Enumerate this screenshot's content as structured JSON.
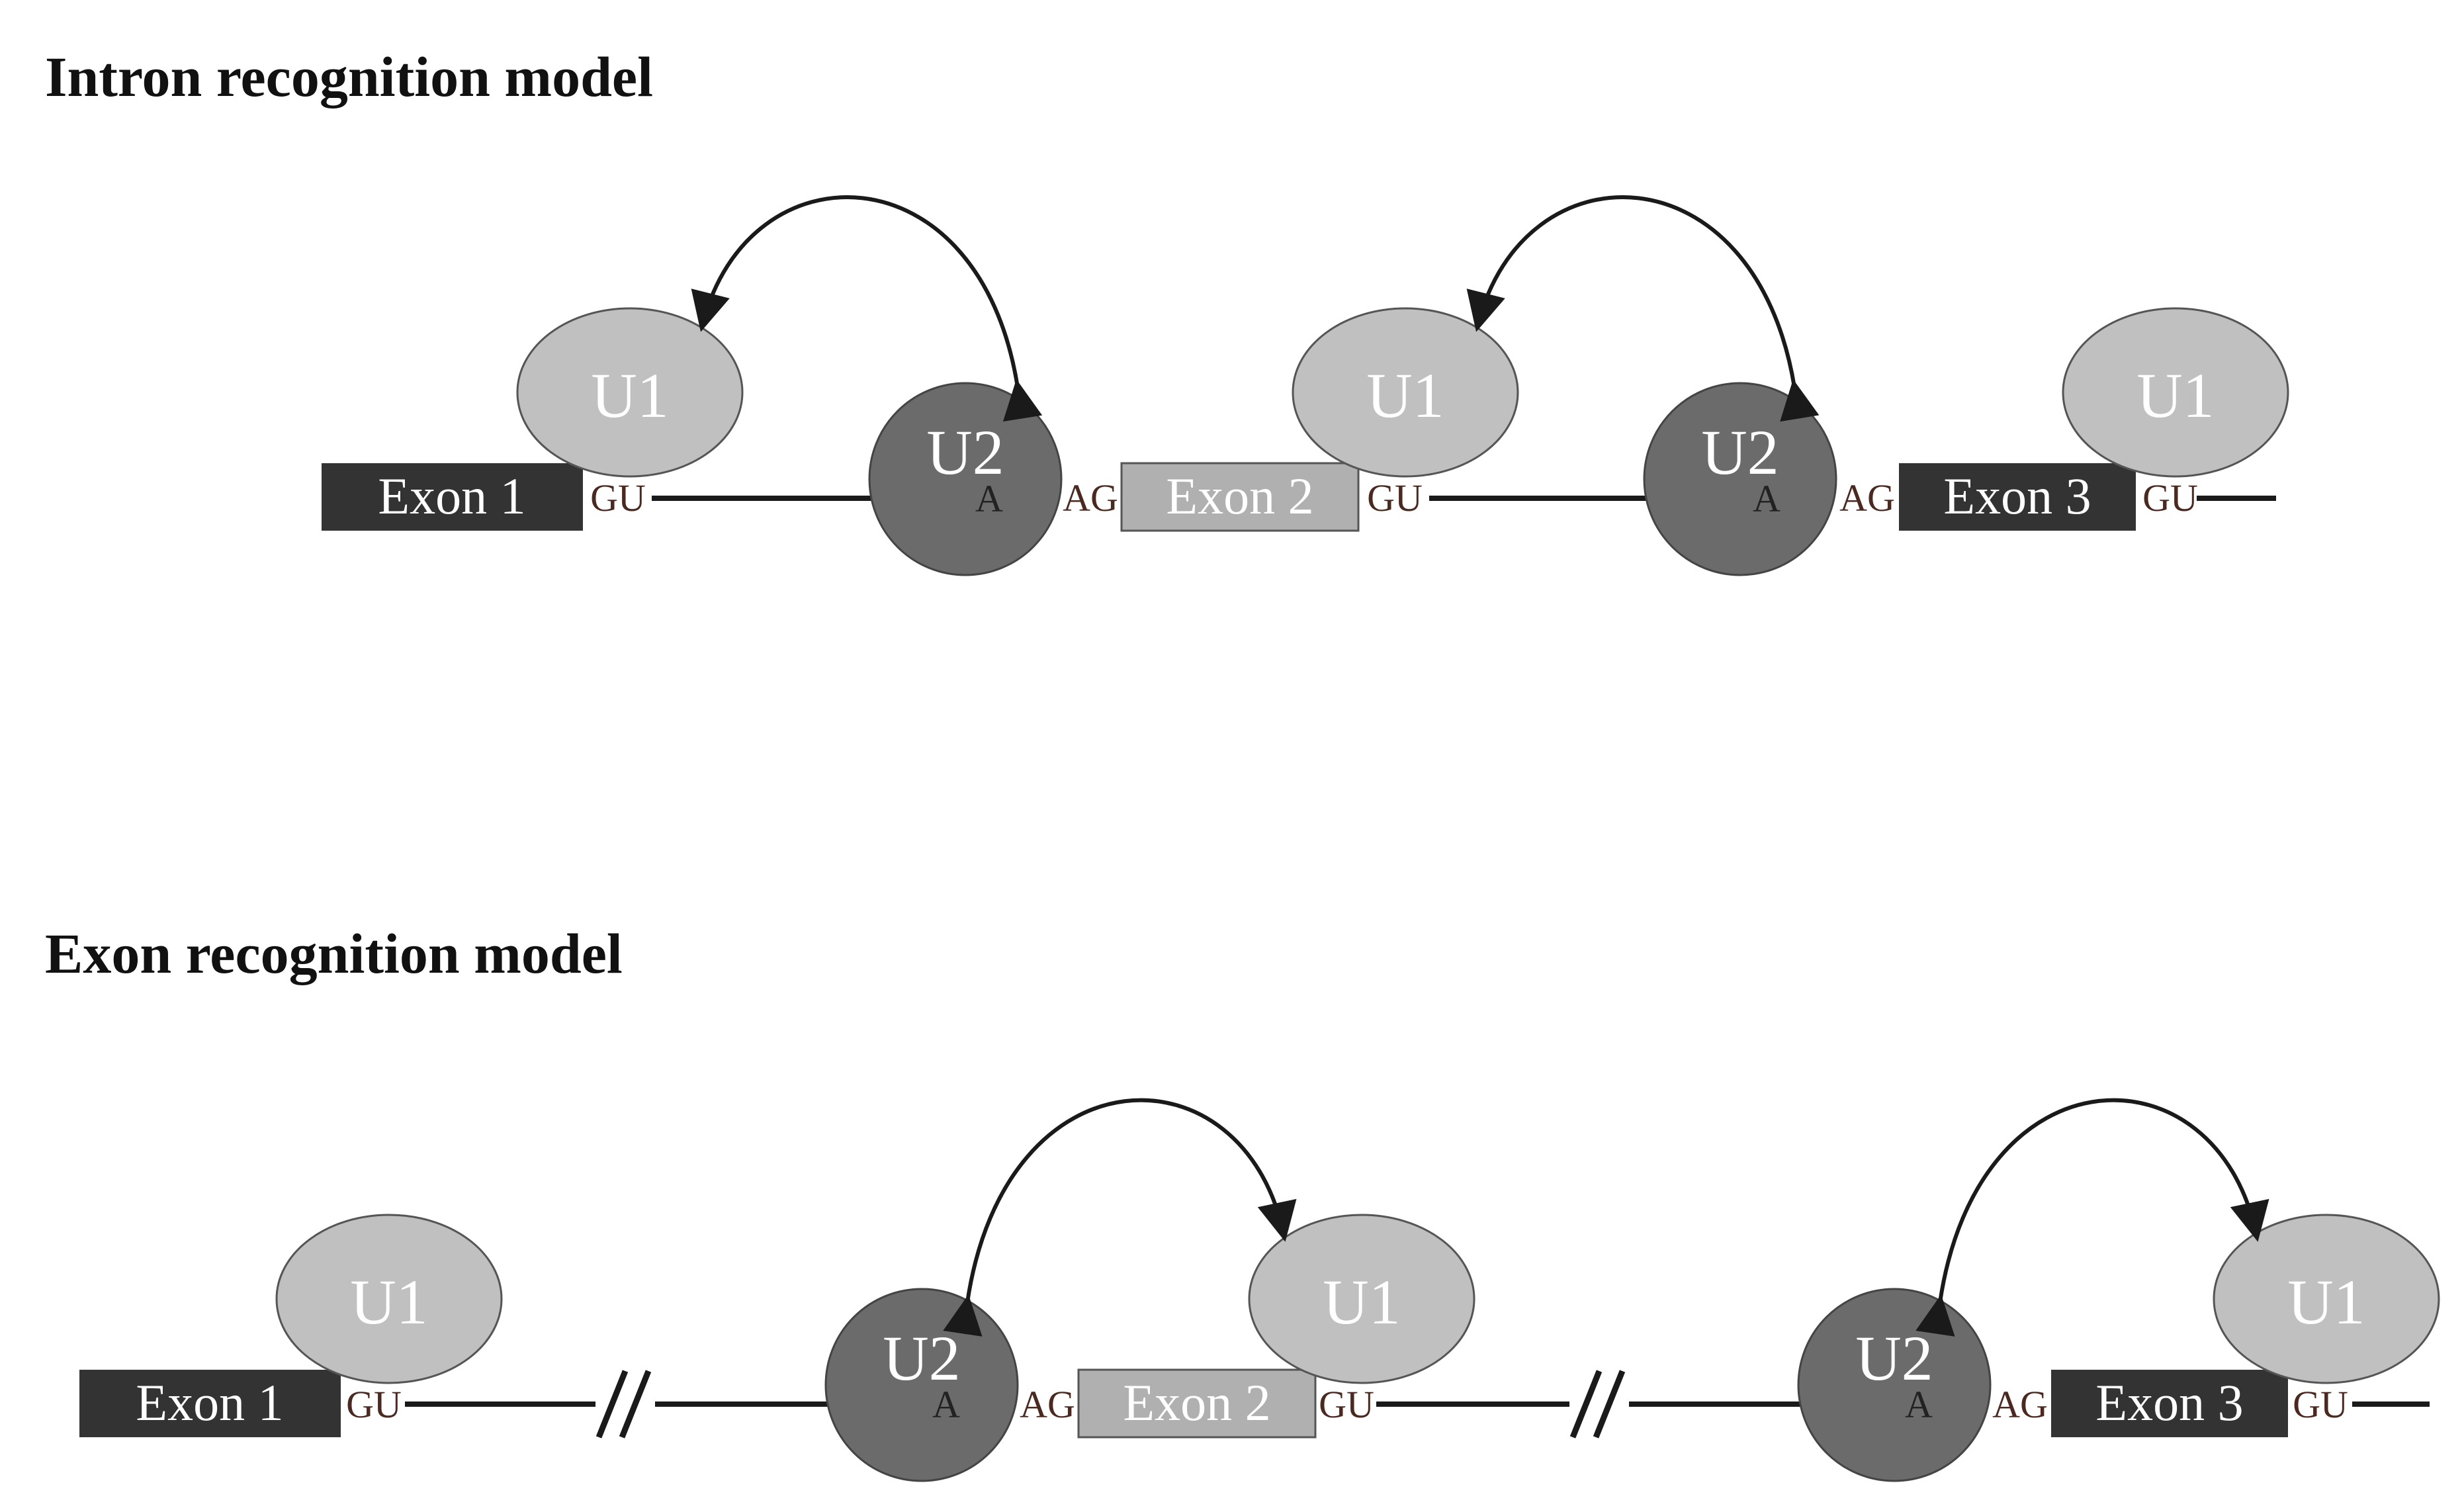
{
  "panels": [
    {
      "title": "Intron recognition model",
      "exons": [
        {
          "label": "Exon 1",
          "shade": "dark"
        },
        {
          "label": "Exon 2",
          "shade": "light"
        },
        {
          "label": "Exon 3",
          "shade": "dark"
        }
      ],
      "u1_label": "U1",
      "u2_label": "U2",
      "branch_label": "A",
      "donor_label": "GU",
      "acceptor_label": "AG"
    },
    {
      "title": "Exon recognition model",
      "exons": [
        {
          "label": "Exon 1",
          "shade": "dark"
        },
        {
          "label": "Exon 2",
          "shade": "light"
        },
        {
          "label": "Exon 3",
          "shade": "dark"
        }
      ],
      "u1_label": "U1",
      "u2_label": "U2",
      "branch_label": "A",
      "donor_label": "GU",
      "acceptor_label": "AG"
    }
  ],
  "colors": {
    "u1_fill": "#c0c0c0",
    "u2_fill": "#6b6b6b",
    "exon_dark": "#333333",
    "exon_light": "#b0b0b0",
    "outline": "#555555"
  }
}
